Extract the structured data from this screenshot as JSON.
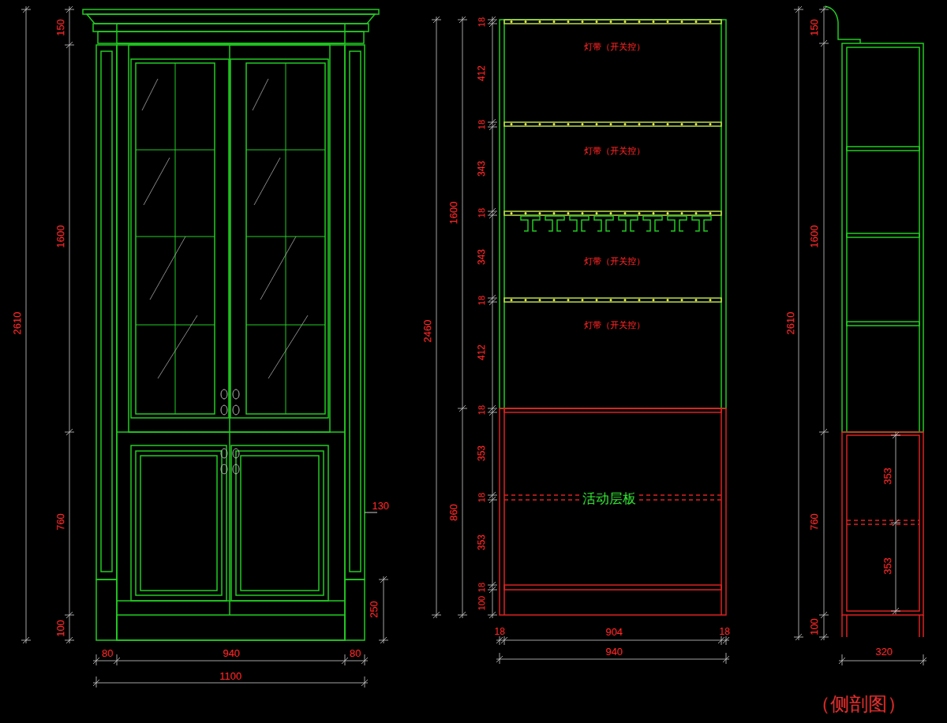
{
  "diagram": {
    "caption": "（侧剖图）",
    "labels": [
      "150",
      "1600",
      "760",
      "100",
      "2610",
      "130",
      "250",
      "80",
      "940",
      "80",
      "1100",
      "18",
      "412",
      "18",
      "343",
      "18",
      "343",
      "18",
      "412",
      "18",
      "353",
      "18",
      "353",
      "100",
      "18",
      "1600",
      "860",
      "2460",
      "灯带（开关控）",
      "灯带（开关控）",
      "灯带（开关控）",
      "灯带（开关控）",
      "活动层板",
      "18",
      "904",
      "18",
      "940",
      "150",
      "1600",
      "760",
      "100",
      "2610",
      "353",
      "353",
      "320"
    ]
  }
}
